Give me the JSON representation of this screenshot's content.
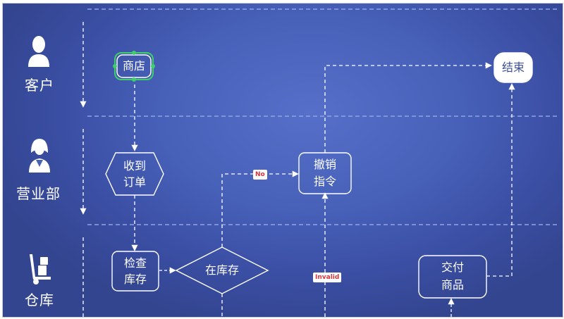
{
  "lanes": [
    {
      "label": "客户",
      "icon": "customer-person-icon"
    },
    {
      "label": "营业部",
      "icon": "sales-agent-icon"
    },
    {
      "label": "仓库",
      "icon": "hand-truck-icon"
    }
  ],
  "nodes": {
    "shop": "商店",
    "receive_l1": "收到",
    "receive_l2": "订单",
    "check_l1": "检查",
    "check_l2": "库存",
    "instock": "在库存",
    "cancel_l1": "撤销",
    "cancel_l2": "指令",
    "deliver_l1": "交付",
    "deliver_l2": "商品",
    "end": "结束"
  },
  "edge_labels": {
    "no": "No",
    "invalid": "Invalid"
  },
  "colors": {
    "background": "#4760b8",
    "node_stroke": "#ffffff",
    "start_node_stroke": "#3ecf6a",
    "tag_text": "#e0343a"
  }
}
